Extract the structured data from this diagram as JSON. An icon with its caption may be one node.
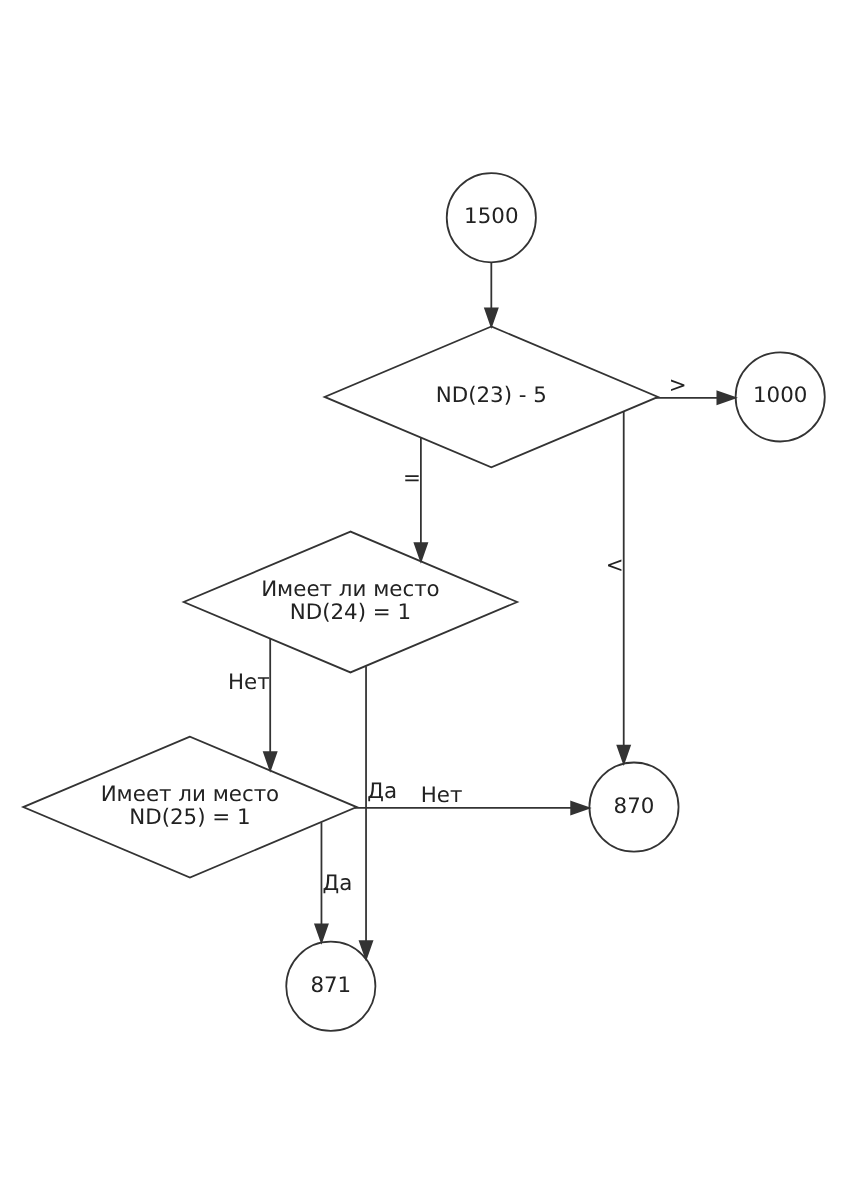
{
  "diagram": {
    "nodes": [
      {
        "text": [
          "1500"
        ]
      },
      {
        "text": [
          "ND(23) - 5"
        ]
      },
      {
        "text": [
          "1000"
        ]
      },
      {
        "text": [
          "Имеет ли место ND(24) = 1"
        ]
      },
      {
        "text": [
          "Имеет ли место ND(25) = 1"
        ]
      },
      {
        "text": [
          "870"
        ]
      },
      {
        "text": [
          "871"
        ]
      }
    ],
    "edges": [
      {
        "from": 0,
        "to": 1,
        "arrow": "to"
      },
      {
        "from": 1,
        "to": 2,
        "arrow": "to",
        "label": ">"
      },
      {
        "from": 1,
        "to": 5,
        "arrow": "to",
        "label": "<"
      },
      {
        "from": 1,
        "to": 3,
        "arrow": "to",
        "label": "="
      },
      {
        "from": 3,
        "to": 4,
        "arrow": "to",
        "label": "Нет"
      },
      {
        "from": 3,
        "to": 6,
        "arrow": "to",
        "label": "Да"
      },
      {
        "from": 4,
        "to": 5,
        "arrow": "to",
        "label": "Нет"
      },
      {
        "from": 4,
        "to": 6,
        "arrow": "to",
        "label": "Да"
      }
    ]
  }
}
